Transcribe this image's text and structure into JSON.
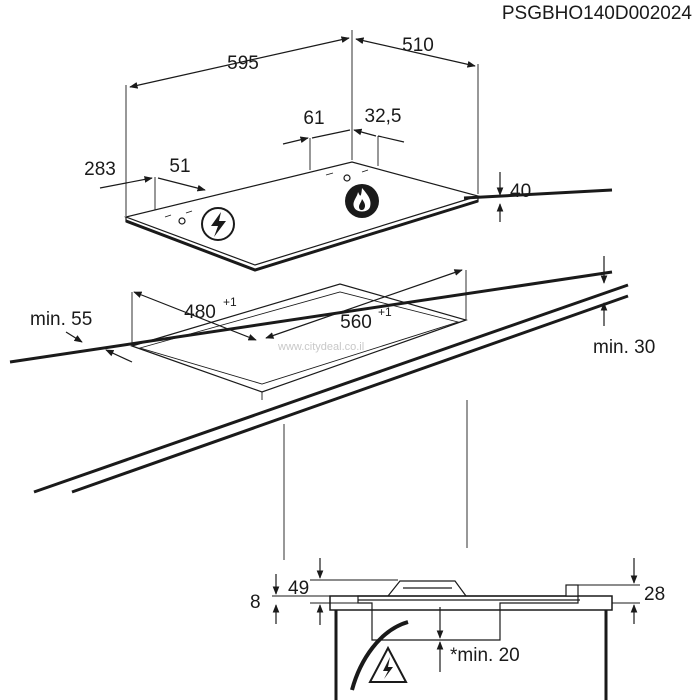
{
  "document_code": "PSGBHO140D002024",
  "watermark": "www.citydeal.co.il",
  "hob_dimensions": {
    "width": "595",
    "depth": "510",
    "gas_offset_x": "61",
    "gas_offset_y": "32,5",
    "electric_offset_x": "283",
    "electric_offset_y": "51",
    "height": "40"
  },
  "cutout": {
    "width_label": "480",
    "width_tolerance": "+1",
    "length_label": "560",
    "length_tolerance": "+1",
    "min_front": "min. 55",
    "min_back": "min. 30"
  },
  "section": {
    "left_total": "49",
    "left_top": "8",
    "right_height": "28",
    "min_below": "*min. 20"
  },
  "icons": {
    "electric": "electricity-warning-icon",
    "gas": "gas-flame-icon",
    "hazard": "electric-hazard-triangle-icon"
  }
}
